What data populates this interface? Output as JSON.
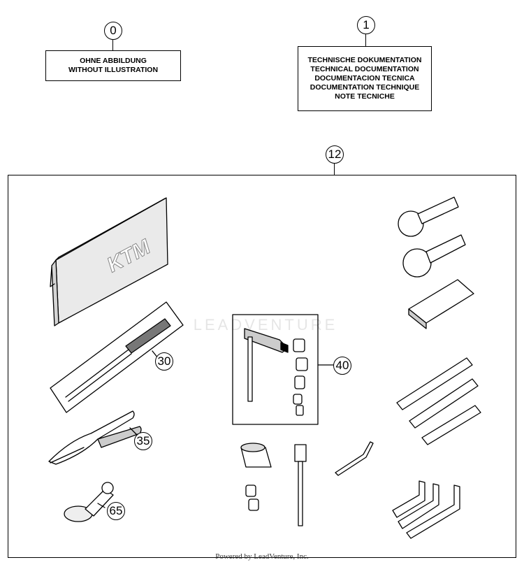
{
  "callouts": {
    "c0": "0",
    "c1": "1",
    "c12": "12",
    "c30": "30",
    "c35": "35",
    "c40": "40",
    "c65": "65"
  },
  "box0": {
    "line1": "OHNE ABBILDUNG",
    "line2": "WITHOUT ILLUSTRATION"
  },
  "box1": {
    "line1": "TECHNISCHE DOKUMENTATION",
    "line2": "TECHNICAL DOCUMENTATION",
    "line3": "DOCUMENTACION TECNICA",
    "line4": "DOCUMENTATION TECHNIQUE",
    "line5": "NOTE TECNICHE"
  },
  "pouch_logo": "KTM",
  "watermark": "LEADVENTURE",
  "footer": "Powered by LeadVenture, Inc."
}
